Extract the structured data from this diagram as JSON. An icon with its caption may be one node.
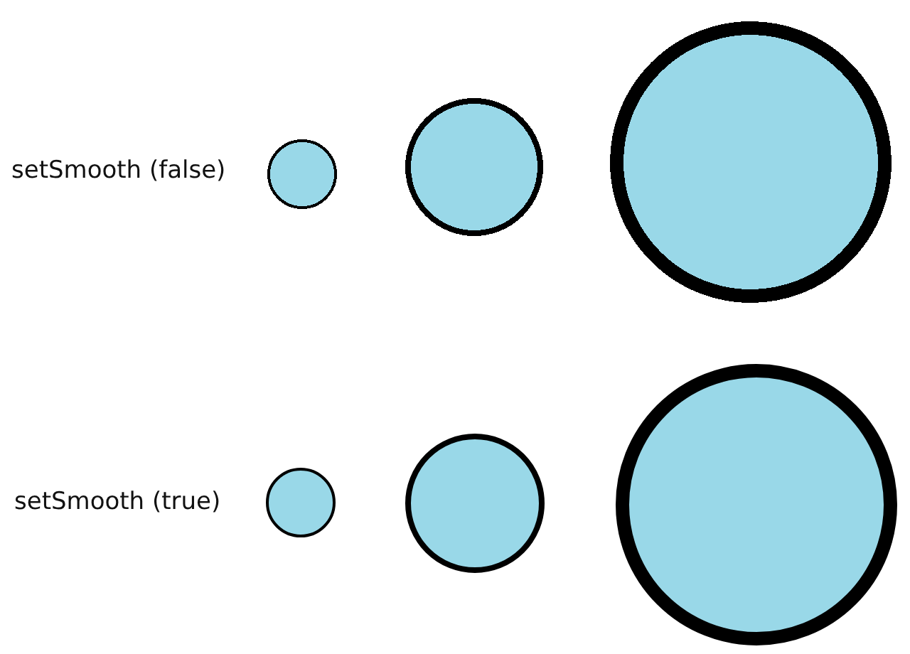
{
  "diagram": {
    "nodes": [
      {
        "text": [],
        "shape": "circle"
      },
      {
        "text": [],
        "shape": "circle"
      },
      {
        "text": [],
        "shape": "circle"
      },
      {
        "text": [],
        "shape": "circle"
      },
      {
        "text": [],
        "shape": "circle"
      },
      {
        "text": [],
        "shape": "circle"
      }
    ],
    "labels": [
      "setSmooth (false)",
      "setSmooth (true)"
    ]
  }
}
